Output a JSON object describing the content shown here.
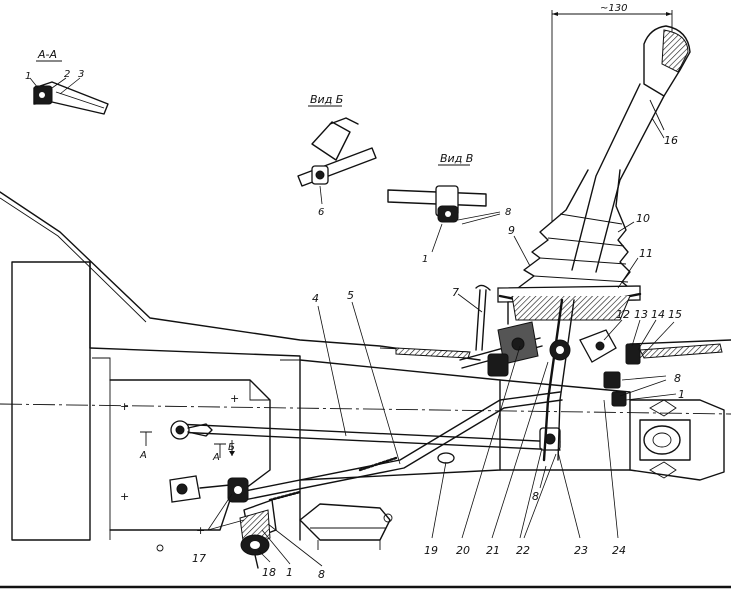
{
  "dimension": {
    "label": "~130"
  },
  "views": {
    "section_aa": "А-А",
    "view_b": "Вид Б",
    "view_v": "Вид В"
  },
  "inset_aa_labels": [
    "1",
    "2",
    "3"
  ],
  "inset_b_labels": [
    "6"
  ],
  "inset_v_labels": [
    "1",
    "8"
  ],
  "section_marks": {
    "a1": "А",
    "a2": "А",
    "b": "Б"
  },
  "callouts": [
    "7",
    "4",
    "5",
    "9",
    "10",
    "11",
    "16",
    "12",
    "13",
    "14",
    "15",
    "8",
    "1",
    "17",
    "18",
    "1",
    "8",
    "19",
    "20",
    "21",
    "22",
    "23",
    "24",
    "8"
  ]
}
